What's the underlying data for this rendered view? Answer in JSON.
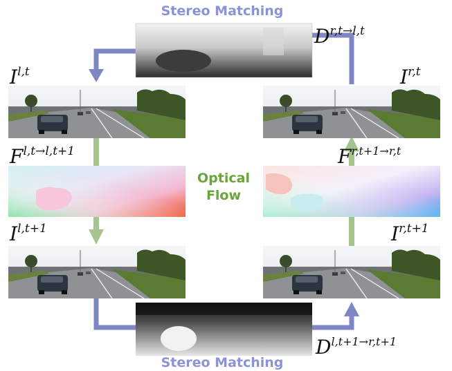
{
  "colors": {
    "stereo": "#7f86c4",
    "stereo_text": "#8c92d6",
    "flow": "#a6c48f",
    "flow_text": "#6aa43a"
  },
  "labels": {
    "stereo_top": "Stereo Matching",
    "stereo_bottom": "Stereo Matching",
    "optical_line1": "Optical",
    "optical_line2": "Flow"
  },
  "symbols": {
    "i_lt": {
      "base": "I",
      "sup": "l,t"
    },
    "i_rt": {
      "base": "I",
      "sup": "r,t"
    },
    "i_lt1": {
      "base": "I",
      "sup": "l,t+1"
    },
    "i_rt1": {
      "base": "I",
      "sup": "r,t+1"
    },
    "f_left": {
      "base": "F",
      "sup": "l,t→l,t+1"
    },
    "f_right": {
      "base": "F",
      "sup": "r,t+1→r,t"
    },
    "d_top": {
      "base": "D",
      "sup": "r,t→l,t"
    },
    "d_bottom": {
      "base": "D",
      "sup": "l,t+1→r,t+1"
    }
  },
  "images": {
    "road_frame": "road-scene-photo",
    "flow_field": "optical-flow-color-map",
    "disparity_map": "grayscale-disparity-map"
  }
}
